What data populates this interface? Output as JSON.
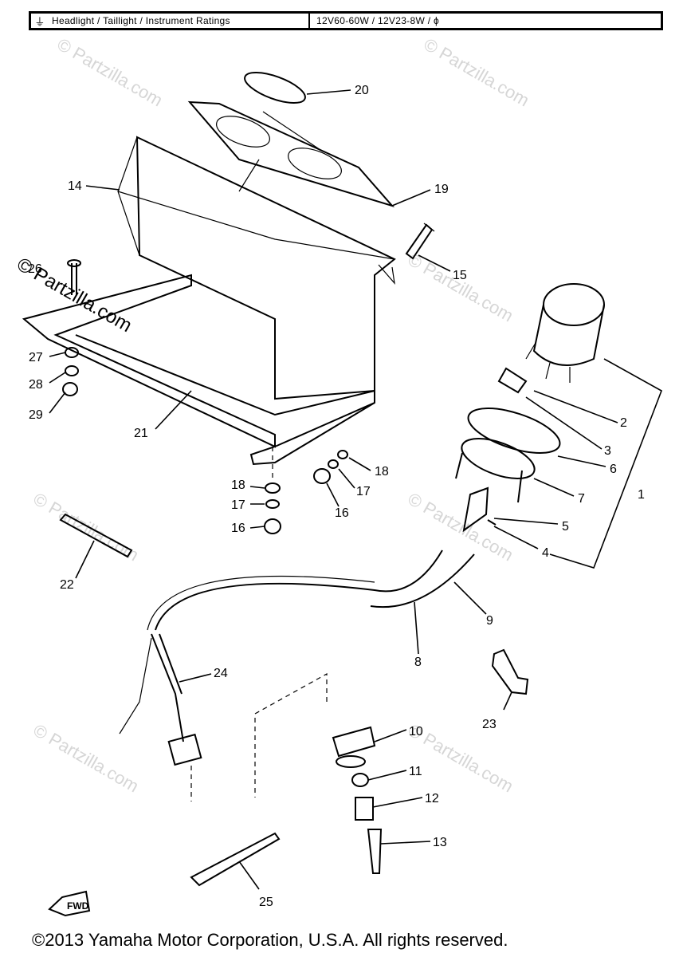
{
  "header": {
    "icon": "ground-icon",
    "label": "Headlight / Taillight / Instrument Ratings",
    "value": "12V60-60W / 12V23-8W / ϕ"
  },
  "watermark": "© Partzilla.com",
  "callouts": {
    "c1": "1",
    "c2": "2",
    "c3": "3",
    "c4": "4",
    "c5": "5",
    "c6": "6",
    "c7": "7",
    "c8": "8",
    "c9": "9",
    "c10": "10",
    "c11": "11",
    "c12": "12",
    "c13": "13",
    "c14": "14",
    "c15": "15",
    "c16a": "16",
    "c16b": "16",
    "c17a": "17",
    "c17b": "17",
    "c18a": "18",
    "c18b": "18",
    "c19": "19",
    "c20": "20",
    "c21": "21",
    "c22": "22",
    "c23": "23",
    "c24": "24",
    "c25": "25",
    "c26": "26",
    "c27": "27",
    "c28": "28",
    "c29": "29"
  },
  "fwd_label": "FWD",
  "footer": {
    "copyright": "©2013 Yamaha Motor Corporation, U.S.A. All rights reserved."
  }
}
